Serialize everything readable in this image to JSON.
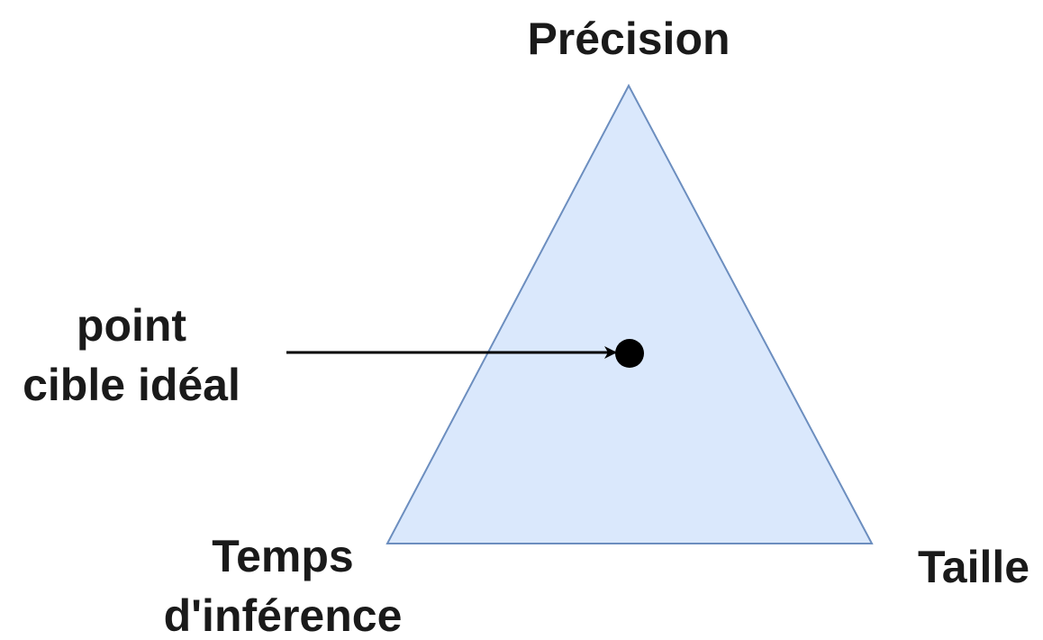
{
  "diagram": {
    "vertices": {
      "top": "Précision",
      "bottom_left": {
        "line1": "Temps",
        "line2": "d'inférence"
      },
      "bottom_right": "Taille"
    },
    "target": {
      "line1": "point",
      "line2": "cible idéal"
    },
    "colors": {
      "triangle_fill": "#dae8fc",
      "triangle_stroke": "#6c8ebf",
      "arrow": "#000000",
      "point": "#000000",
      "text": "#1a1a1a"
    }
  }
}
